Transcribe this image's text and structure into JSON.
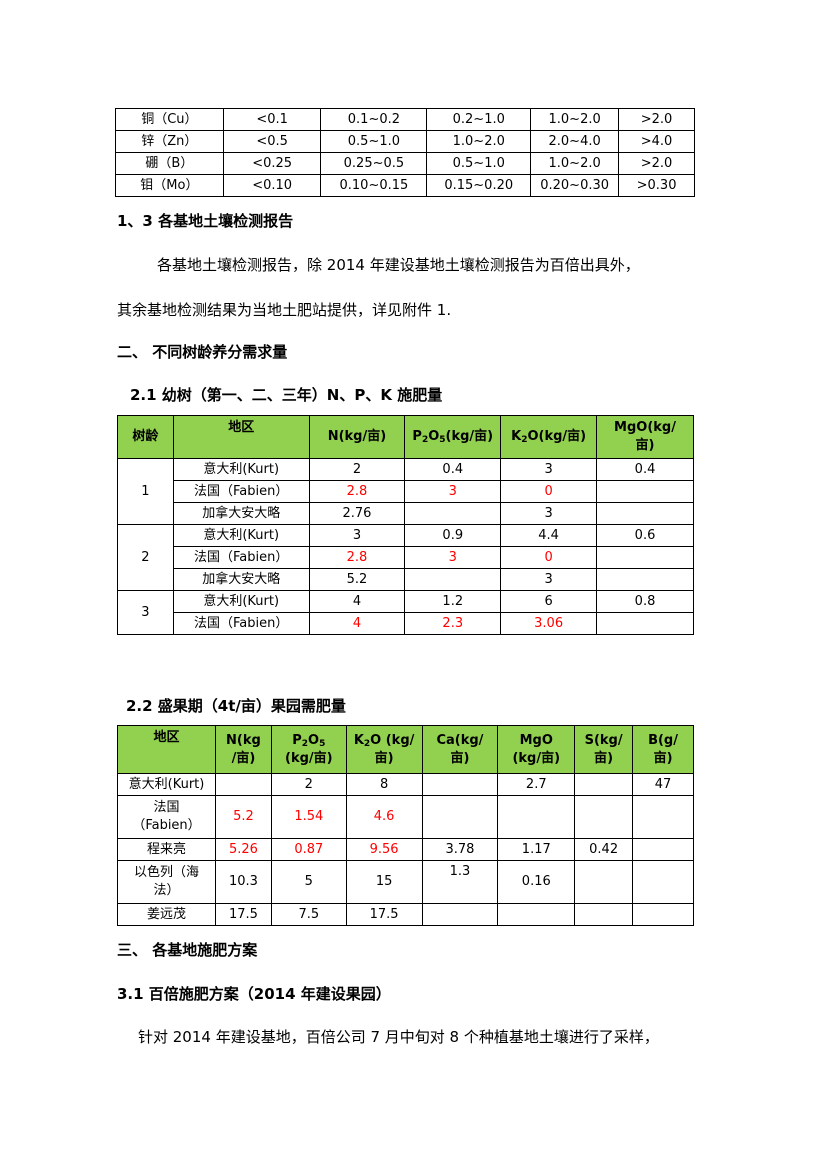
{
  "micro_table": {
    "rows": [
      {
        "name": "铜（Cu）",
        "c1": "<0.1",
        "c2": "0.1~0.2",
        "c3": "0.2~1.0",
        "c4": "1.0~2.0",
        "c5": ">2.0"
      },
      {
        "name": "锌（Zn）",
        "c1": "<0.5",
        "c2": "0.5~1.0",
        "c3": "1.0~2.0",
        "c4": "2.0~4.0",
        "c5": ">4.0"
      },
      {
        "name": "硼（B）",
        "c1": "<0.25",
        "c2": "0.25~0.5",
        "c3": "0.5~1.0",
        "c4": "1.0~2.0",
        "c5": ">2.0"
      },
      {
        "name": "钼（Mo）",
        "c1": "<0.10",
        "c2": "0.10~0.15",
        "c3": "0.15~0.20",
        "c4": "0.20~0.30",
        "c5": ">0.30"
      }
    ]
  },
  "sec13": {
    "heading": "1、3 各基地土壤检测报告",
    "para1": "各基地土壤检测报告，除 2014 年建设基地土壤检测报告为百倍出具外，",
    "para2": "其余基地检测结果为当地土肥站提供，详见附件 1."
  },
  "sec2": {
    "heading": "二、 不同树龄养分需求量"
  },
  "sec21": {
    "heading": "2.1 幼树（第一、二、三年）N、P、K 施肥量",
    "headers": {
      "age": "树龄",
      "region": "地区",
      "n": "N(kg/亩)",
      "p_pre": "P",
      "p_sub1": "2",
      "p_mid": "O",
      "p_sub2": "5",
      "p_post": "(kg/亩)",
      "k_pre": "K",
      "k_sub": "2",
      "k_post": "O(kg/亩)",
      "mg": "MgO(kg/亩)"
    },
    "ages": [
      "1",
      "2",
      "3"
    ],
    "rows": [
      {
        "region": "意大利(Kurt)",
        "n": "2",
        "p": "0.4",
        "k": "3",
        "mg": "0.4"
      },
      {
        "region": "法国（Fabien）",
        "n": "2.8",
        "p": "3",
        "k": "0",
        "mg": ""
      },
      {
        "region": "加拿大安大略",
        "n": "2.76",
        "p": "",
        "k": "3",
        "mg": ""
      },
      {
        "region": "意大利(Kurt)",
        "n": "3",
        "p": "0.9",
        "k": "4.4",
        "mg": "0.6"
      },
      {
        "region": "法国（Fabien）",
        "n": "2.8",
        "p": "3",
        "k": "0",
        "mg": ""
      },
      {
        "region": "加拿大安大略",
        "n": "5.2",
        "p": "",
        "k": "3",
        "mg": ""
      },
      {
        "region": "意大利(Kurt)",
        "n": "4",
        "p": "1.2",
        "k": "6",
        "mg": "0.8"
      },
      {
        "region": "法国（Fabien）",
        "n": "4",
        "p": "2.3",
        "k": "3.06",
        "mg": ""
      }
    ]
  },
  "sec22": {
    "heading": "2.2 盛果期（4t/亩）果园需肥量",
    "headers": {
      "region": "地区",
      "n1": "N(kg",
      "n2": "/亩)",
      "p_pre": "P",
      "p_sub1": "2",
      "p_mid": "O",
      "p_sub2": "5",
      "p2": "(kg/亩)",
      "k_pre": "K",
      "k_sub": "2",
      "k_post": "O (kg/",
      "k2": "亩)",
      "ca1": "Ca(kg/",
      "ca2": "亩)",
      "mg1": "MgO",
      "mg2": "(kg/亩)",
      "s1": "S(kg/",
      "s2": "亩)",
      "b1": "B(g/",
      "b2": "亩)"
    },
    "rows": [
      {
        "region": "意大利(Kurt)",
        "n": "",
        "p": "2",
        "k": "8",
        "ca": "",
        "mg": "2.7",
        "s": "",
        "b": "47"
      },
      {
        "region": "法国（Fabien）",
        "n": "5.2",
        "p": "1.54",
        "k": "4.6",
        "ca": "",
        "mg": "",
        "s": "",
        "b": ""
      },
      {
        "region": "程来亮",
        "n": "5.26",
        "p": "0.87",
        "k": "9.56",
        "ca": "3.78",
        "mg": "1.17",
        "s": "0.42",
        "b": ""
      },
      {
        "region": "以色列（海法）",
        "n": "10.3",
        "p": "5",
        "k": "15",
        "ca": "1.3",
        "mg": "0.16",
        "s": "",
        "b": ""
      },
      {
        "region": "姜远茂",
        "n": "17.5",
        "p": "7.5",
        "k": "17.5",
        "ca": "",
        "mg": "",
        "s": "",
        "b": ""
      }
    ]
  },
  "sec3": {
    "heading": "三、 各基地施肥方案"
  },
  "sec31": {
    "heading": "3.1 百倍施肥方案（2014 年建设果园）",
    "para": "针对 2014 年建设基地，百倍公司 7 月中旬对 8 个种植基地土壤进行了采样，"
  },
  "colors": {
    "header_green": "#92d050",
    "highlight_red": "#ff0000"
  }
}
